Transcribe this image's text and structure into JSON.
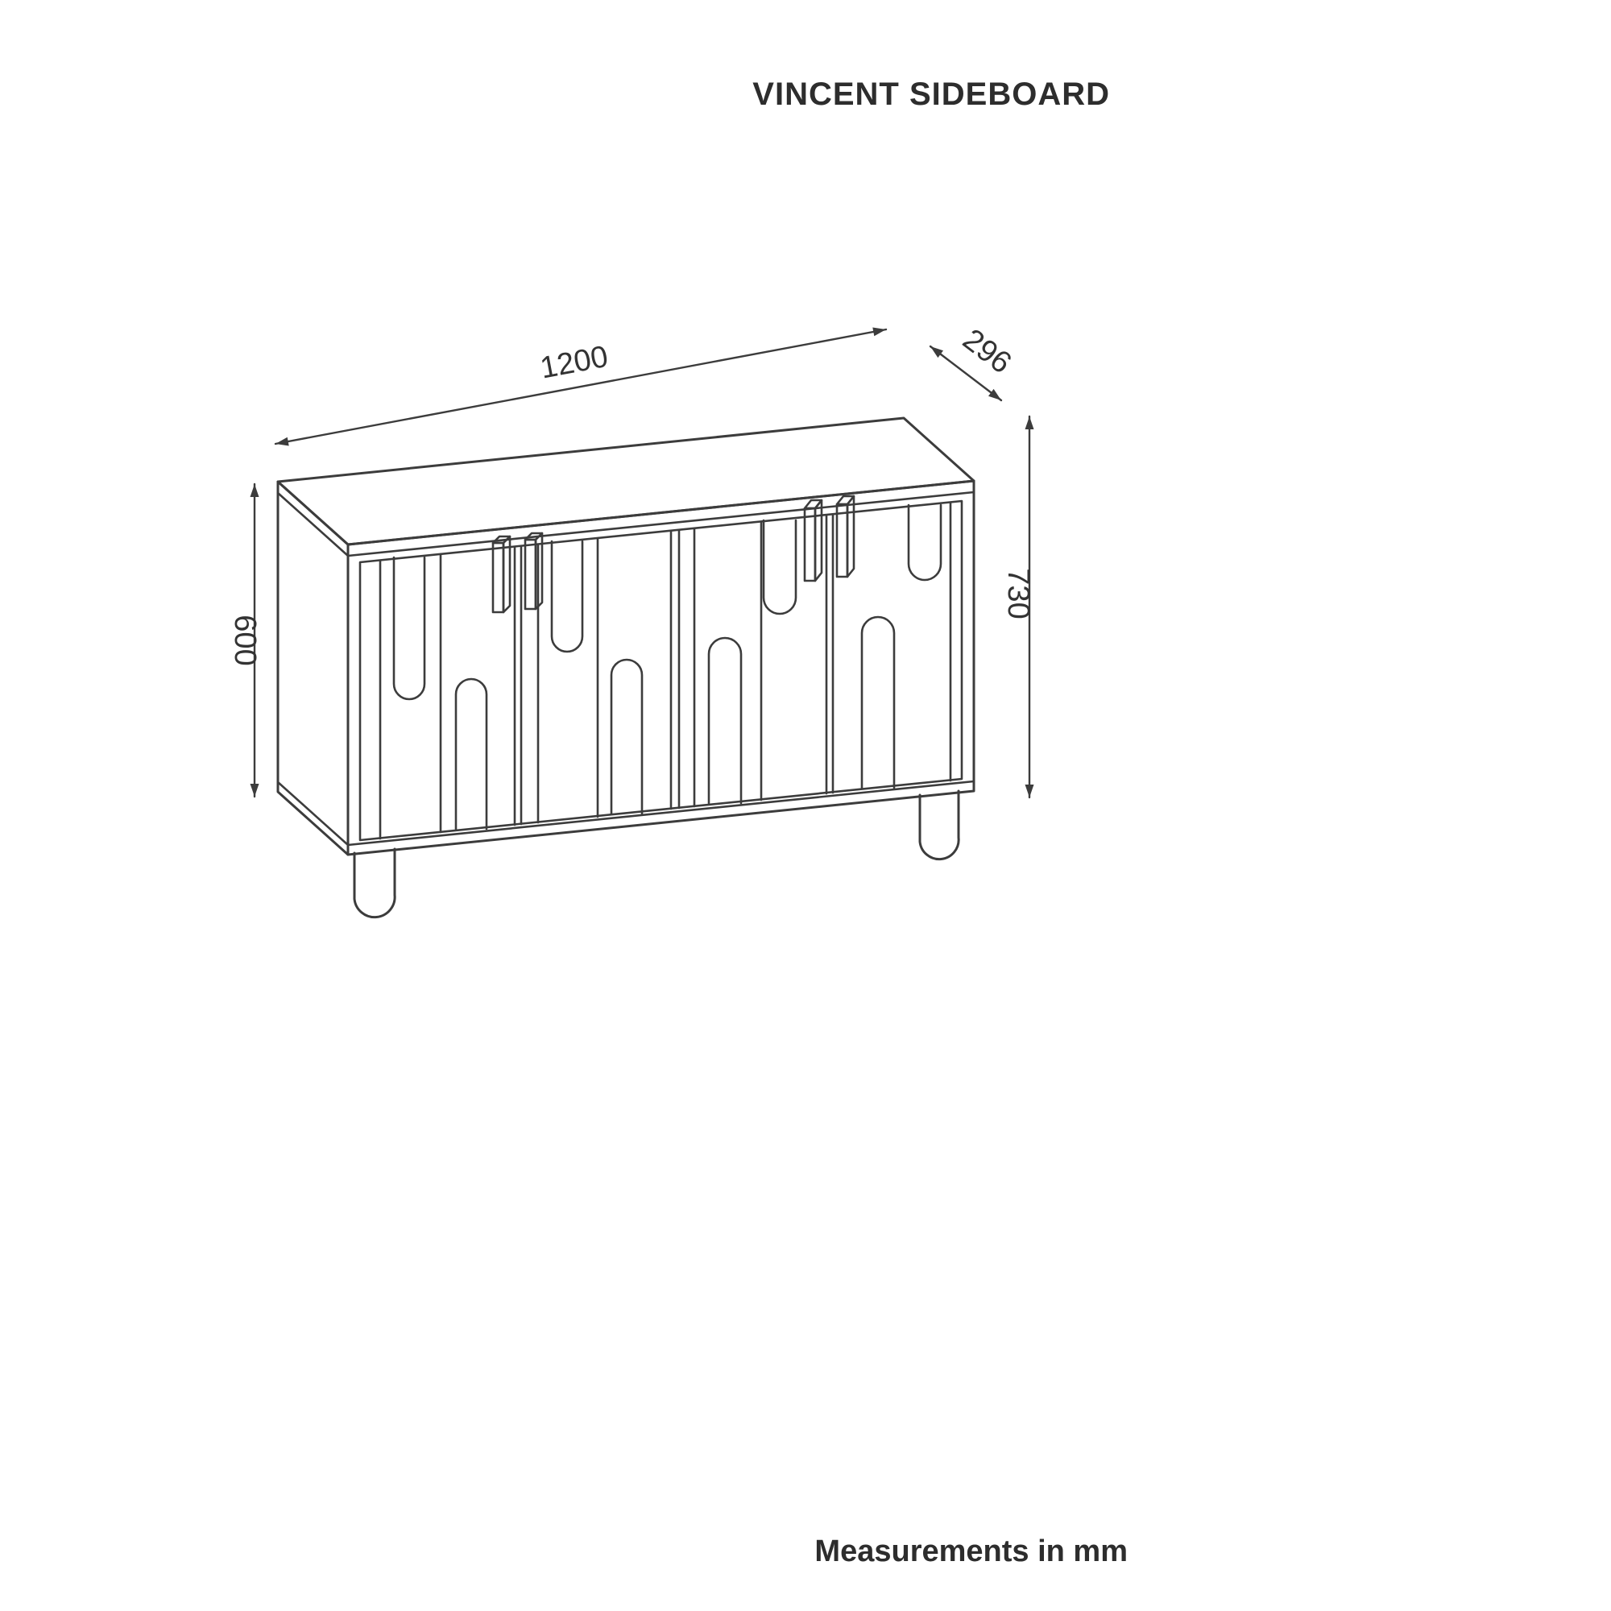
{
  "title": "VINCENT SIDEBOARD",
  "footer": "Measurements in mm",
  "dimensions": {
    "width_mm": "1200",
    "depth_mm": "296",
    "door_height_mm": "600",
    "total_height_mm": "730"
  },
  "colors": {
    "line": "#3c3c3c",
    "text": "#2d2d2d",
    "background": "#ffffff"
  },
  "drawing": {
    "subject": "sideboard",
    "view": "isometric",
    "doors": 4,
    "handles": 4,
    "legs": 2
  }
}
